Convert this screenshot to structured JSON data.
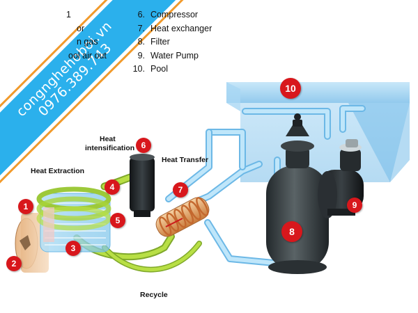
{
  "legend": {
    "left": [
      {
        "num": "1",
        "text": ""
      },
      {
        "num": "",
        "text": "or"
      },
      {
        "num": "",
        "text": "n gas"
      },
      {
        "num": "",
        "text": "ool air out"
      }
    ],
    "right": [
      {
        "num": "6.",
        "text": "Compressor"
      },
      {
        "num": "7.",
        "text": "Heat exchanger"
      },
      {
        "num": "8.",
        "text": "Filter"
      },
      {
        "num": "9.",
        "text": "Water Pump"
      },
      {
        "num": "10.",
        "text": "Pool"
      }
    ]
  },
  "watermark": {
    "site": "congnghehoboi.vn",
    "phone": "0976.389.743"
  },
  "labels": {
    "heat_extraction": "Heat Extraction",
    "heat_intensification_1": "Heat",
    "heat_intensification_2": "intensification",
    "heat_transfer": "Heat Transfer",
    "recycle": "Recycle"
  },
  "badges": [
    "1",
    "2",
    "3",
    "4",
    "5",
    "6",
    "7",
    "8",
    "9",
    "10"
  ],
  "colors": {
    "badge": "#d8171c",
    "pipe": "#9fd3f2",
    "pipe_edge": "#6cb8e6",
    "pool": "#8fc9ee",
    "green_coil": "#a9d43a",
    "copper": "#e09a5a",
    "ribbon": "#2bb0ec",
    "ribbon_border": "#f39a2a",
    "filter": "#3d4447",
    "compressor": "#1f2326"
  }
}
